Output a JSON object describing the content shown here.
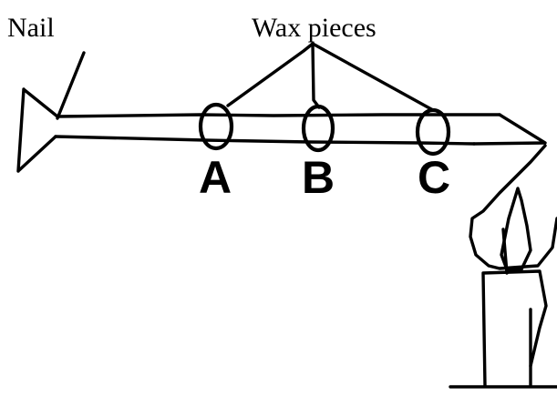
{
  "labels": {
    "nail": "Nail",
    "wax": "Wax pieces"
  },
  "points": {
    "a": "A",
    "b": "B",
    "c": "C"
  },
  "colors": {
    "ink": "#000000",
    "background": "#ffffff"
  }
}
